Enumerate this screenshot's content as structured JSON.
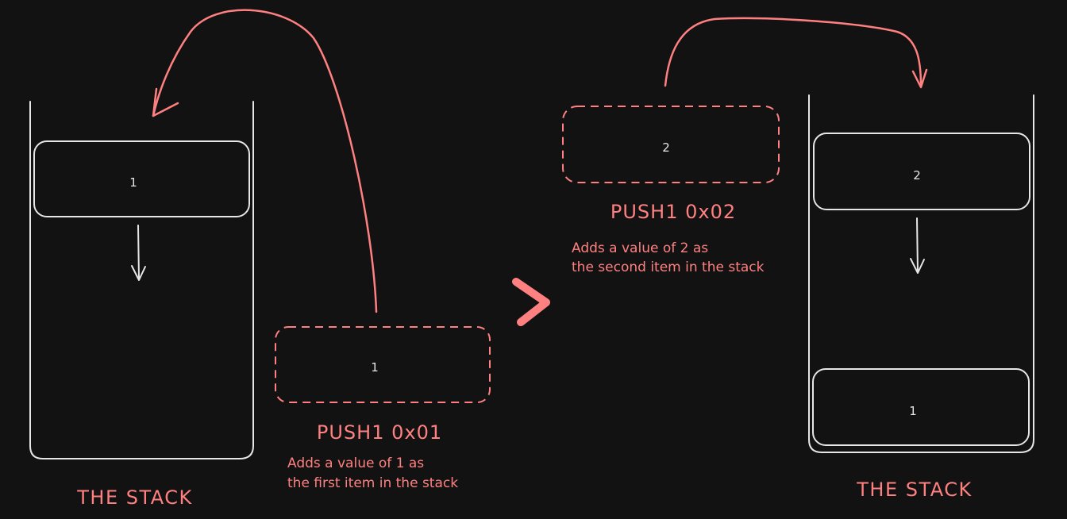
{
  "colors": {
    "background": "#121212",
    "stroke_white": "#e6e6e6",
    "accent_coral": "#ff8080"
  },
  "left": {
    "stack_item": "1",
    "push_box_value": "1",
    "opcode": "PUSH1 0x01",
    "description_line1": "Adds a value of 1 as",
    "description_line2": "the first item in the stack",
    "stack_label": "THE STACK"
  },
  "separator_glyph": ">",
  "right": {
    "push_box_value": "2",
    "opcode": "PUSH1 0x02",
    "description_line1": "Adds a value of 2 as",
    "description_line2": "the second item in the stack",
    "stack_top_item": "2",
    "stack_bottom_item": "1",
    "stack_label": "THE STACK"
  }
}
